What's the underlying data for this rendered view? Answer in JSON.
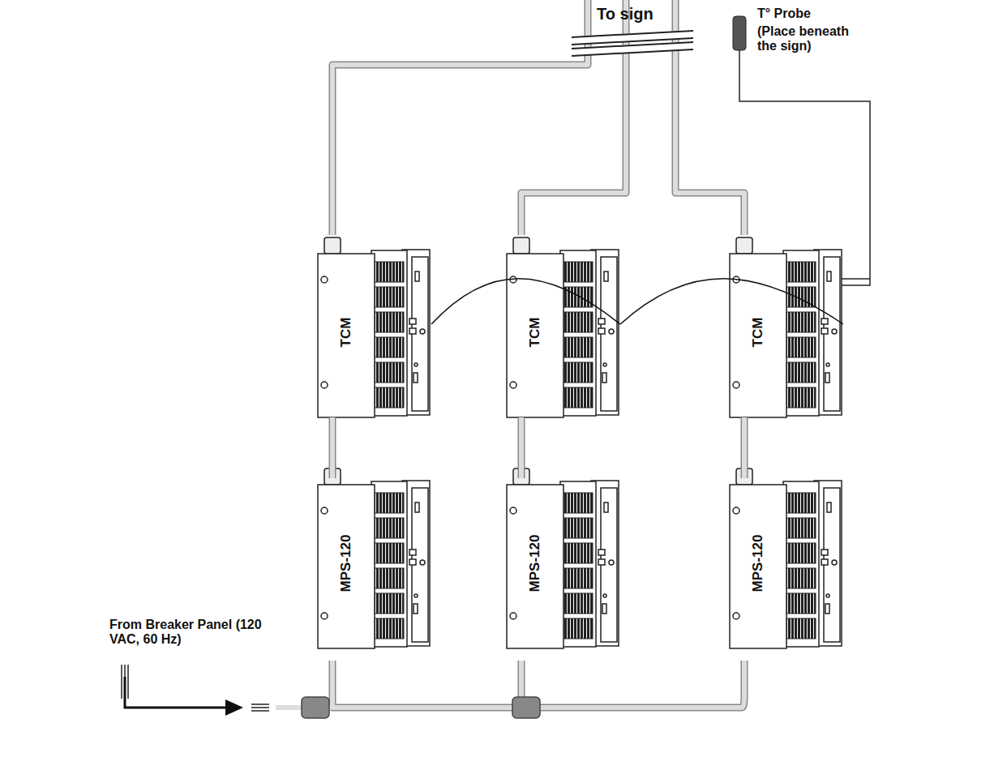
{
  "diagram": {
    "nodes": [
      {
        "text": [
          "TCM"
        ]
      },
      {
        "text": [
          "TCM"
        ]
      },
      {
        "text": [
          "TCM"
        ]
      },
      {
        "text": [
          "MPS-120"
        ]
      },
      {
        "text": [
          "MPS-120"
        ]
      },
      {
        "text": [
          "MPS-120"
        ]
      }
    ],
    "edges": [
      {
        "from": 3,
        "to": 0,
        "arrow": "none"
      },
      {
        "from": 4,
        "to": 1,
        "arrow": "none"
      },
      {
        "from": 5,
        "to": 2,
        "arrow": "none"
      },
      {
        "from": 0,
        "to": 1,
        "arrow": "none"
      },
      {
        "from": 1,
        "to": 2,
        "arrow": "none"
      }
    ],
    "labels": [
      "To sign",
      "T° Probe",
      "(Place beneath the sign)",
      "From Breaker Panel (120 VAC, 60 Hz)"
    ]
  }
}
